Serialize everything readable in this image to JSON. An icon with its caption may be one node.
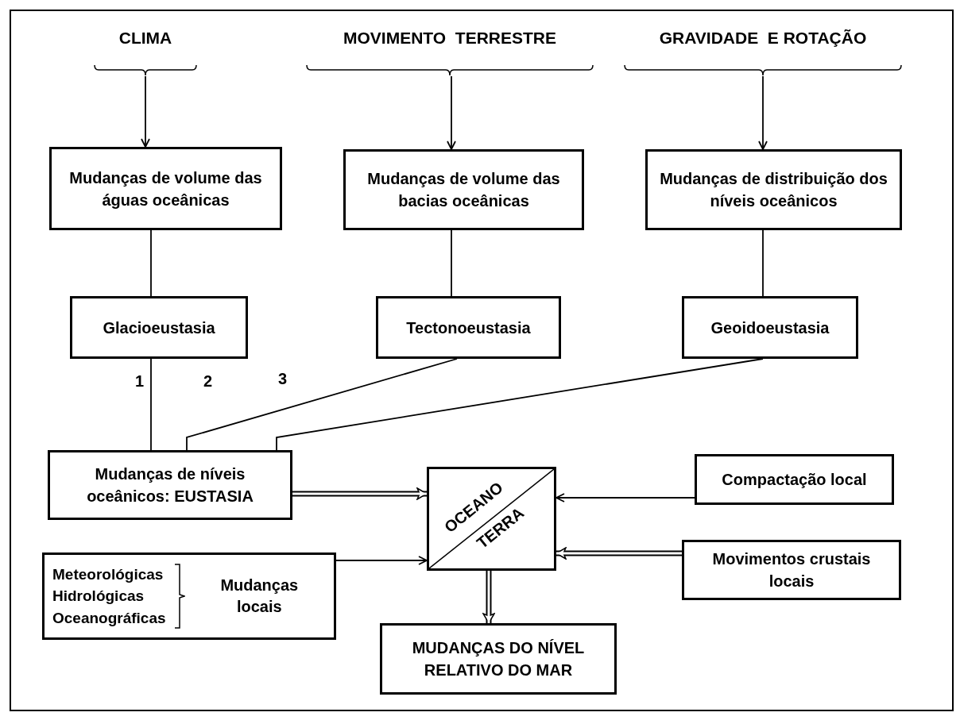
{
  "diagram": {
    "nodes": [
      {
        "text": [
          "CLIMA"
        ]
      },
      {
        "text": [
          "MOVIMENTO  TERRESTRE"
        ]
      },
      {
        "text": [
          "GRAVIDADE  E ROTAÇÃO"
        ]
      },
      {
        "text": [
          "Mudanças de volume das águas oceânicas"
        ]
      },
      {
        "text": [
          "Mudanças de volume das bacias oceânicas"
        ]
      },
      {
        "text": [
          "Mudanças de distribuição dos níveis oceânicos"
        ]
      },
      {
        "text": [
          "Glacioeustasia"
        ]
      },
      {
        "text": [
          "Tectonoeustasia"
        ]
      },
      {
        "text": [
          "Geoidoeustasia"
        ]
      },
      {
        "text": [
          "Mudanças de níveis oceânicos: EUSTASIA"
        ]
      },
      {
        "text": [
          "OCEANO",
          "TERRA"
        ]
      },
      {
        "text": [
          "Compactação local"
        ]
      },
      {
        "text": [
          "Meteorológicas",
          "Hidrológicas",
          "Oceanográficas",
          "Mudanças locais"
        ]
      },
      {
        "text": [
          "Movimentos crustais locais"
        ]
      },
      {
        "text": [
          "MUDANÇAS DO NÍVEL RELATIVO DO MAR"
        ]
      }
    ],
    "edges": [
      {
        "from": 0,
        "to": 3,
        "arrow": "to"
      },
      {
        "from": 1,
        "to": 4,
        "arrow": "to"
      },
      {
        "from": 2,
        "to": 5,
        "arrow": "to"
      },
      {
        "from": 3,
        "to": 6,
        "arrow": "none"
      },
      {
        "from": 4,
        "to": 7,
        "arrow": "none"
      },
      {
        "from": 5,
        "to": 8,
        "arrow": "none"
      },
      {
        "from": 6,
        "to": 9,
        "arrow": "none",
        "label": "1"
      },
      {
        "from": 7,
        "to": 9,
        "arrow": "none",
        "label": "2"
      },
      {
        "from": 8,
        "to": 9,
        "arrow": "none",
        "label": "3"
      },
      {
        "from": 9,
        "to": 10,
        "arrow": "to",
        "style": "thick"
      },
      {
        "from": 11,
        "to": 10,
        "arrow": "to"
      },
      {
        "from": 12,
        "to": 10,
        "arrow": "to"
      },
      {
        "from": 13,
        "to": 10,
        "arrow": "to",
        "style": "thick"
      },
      {
        "from": 10,
        "to": 14,
        "arrow": "to",
        "style": "thick"
      }
    ]
  }
}
